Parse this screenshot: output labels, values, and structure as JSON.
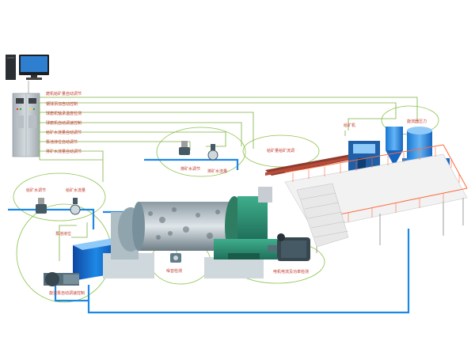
{
  "labels": {
    "l1": "磨机给矿量自动调节",
    "l2": "钢球添加自动控制",
    "l3": "球磨机轴承温度检测",
    "l4": "球磨机自动调速控制",
    "l5": "给矿水流量自动调节",
    "l6": "泵池液位自动调节",
    "l7": "排矿水流量自动调节",
    "cyclone_pressure": "旋流器压力",
    "feeder": "给矿机",
    "flow_ctrl_right": "给矿量给矿流调",
    "valve_a": "给矿水调节",
    "valve_b": "给矿水流量",
    "valve_c": "排矿水调节",
    "valve_d": "排矿水流量",
    "pump_level": "泵池液位",
    "noise": "噪音检测",
    "motor": "电机电流及功率检测",
    "pump": "旋流泵自动调速控制"
  },
  "colors": {
    "green_line": "#7cb342",
    "blue_pipe": "#1e88e5",
    "tank": "#1565c0",
    "cabinet": "#c7cdd2"
  },
  "icons": [
    "computer-icon",
    "control-cabinet-icon",
    "ball-mill-icon",
    "hydrocyclone-icon",
    "pump-icon",
    "valve-icon",
    "flowmeter-icon",
    "noise-sensor-icon",
    "motor-icon"
  ]
}
